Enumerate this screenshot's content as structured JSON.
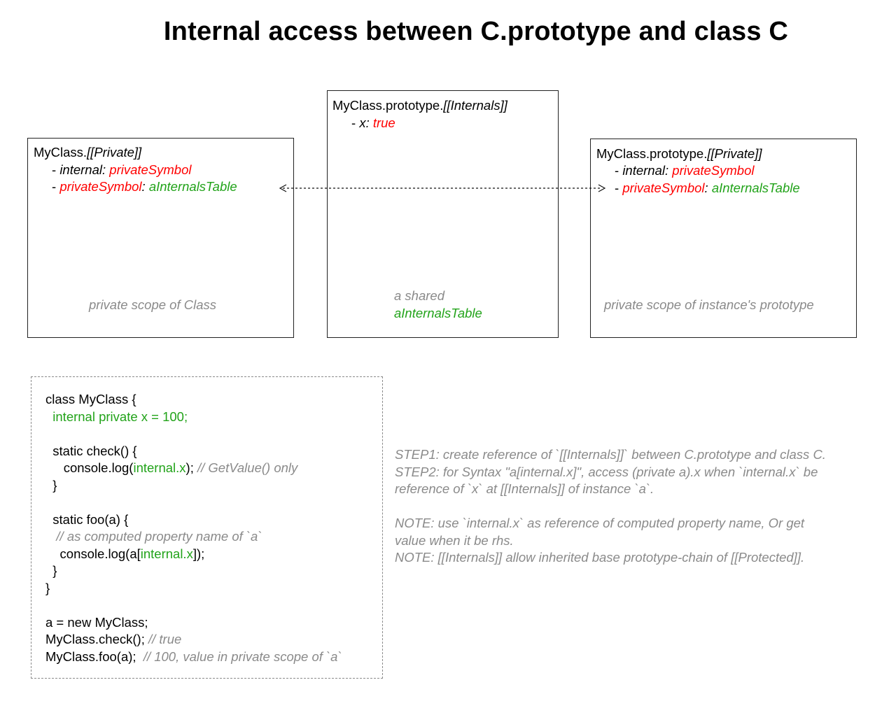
{
  "title": "Internal access between C.prototype and class C",
  "boxes": {
    "class_private": {
      "heading_prefix": "MyClass.",
      "heading_italic": "[[Private]]",
      "line1_dash": "- ",
      "line1_key": "internal:",
      "line1_value": "privateSymbol",
      "line2_dash": "- ",
      "line2_key": "privateSymbol",
      "line2_sep": ":",
      "line2_value": "aInternalsTable",
      "caption": "private scope of Class"
    },
    "prototype_internals": {
      "heading_prefix": "MyClass.prototype.",
      "heading_italic": "[[Internals]]",
      "line1_dash": "- ",
      "line1_key": "x:",
      "line1_value": "true",
      "caption_line1": "a shared",
      "caption_line2": "aInternalsTable"
    },
    "prototype_private": {
      "heading_prefix": "MyClass.prototype.",
      "heading_italic": "[[Private]]",
      "line1_dash": "- ",
      "line1_key": "internal:",
      "line1_value": "privateSymbol",
      "line2_dash": "- ",
      "line2_key": "privateSymbol",
      "line2_sep": ":",
      "line2_value": "aInternalsTable",
      "caption": "private scope of instance's prototype"
    }
  },
  "code": {
    "l1": "class MyClass {",
    "l2": "  internal private x = 100;",
    "l4": "  static check() {",
    "l5_a": "     console.log(",
    "l5_b": "internal.x",
    "l5_c": "); ",
    "l5_d": "// GetValue() only",
    "l6": "  }",
    "l8": "  static foo(a) {",
    "l9": "   // as computed property name of `a`",
    "l10_a": "    console.log(a[",
    "l10_b": "internal.x",
    "l10_c": "]);",
    "l11": "  }",
    "l12": "}",
    "l14": "a = new MyClass;",
    "l15_a": "MyClass.check(); ",
    "l15_b": "// true",
    "l16_a": "MyClass.foo(a);  ",
    "l16_b": "// 100, value in private scope of `a`"
  },
  "notes": {
    "n1": "STEP1: create reference of `[[Internals]]` between C.prototype and class C.",
    "n2": "STEP2: for Syntax \"a[internal.x]\", access (private a).x when `internal.x` be",
    "n3": "reference of `x` at [[Internals]] of instance `a`.",
    "n5": "NOTE: use `internal.x` as reference of computed property name, Or get",
    "n6": "value when it be rhs.",
    "n7": "NOTE: [[Internals]] allow inherited base prototype-chain of [[Protected]]."
  }
}
